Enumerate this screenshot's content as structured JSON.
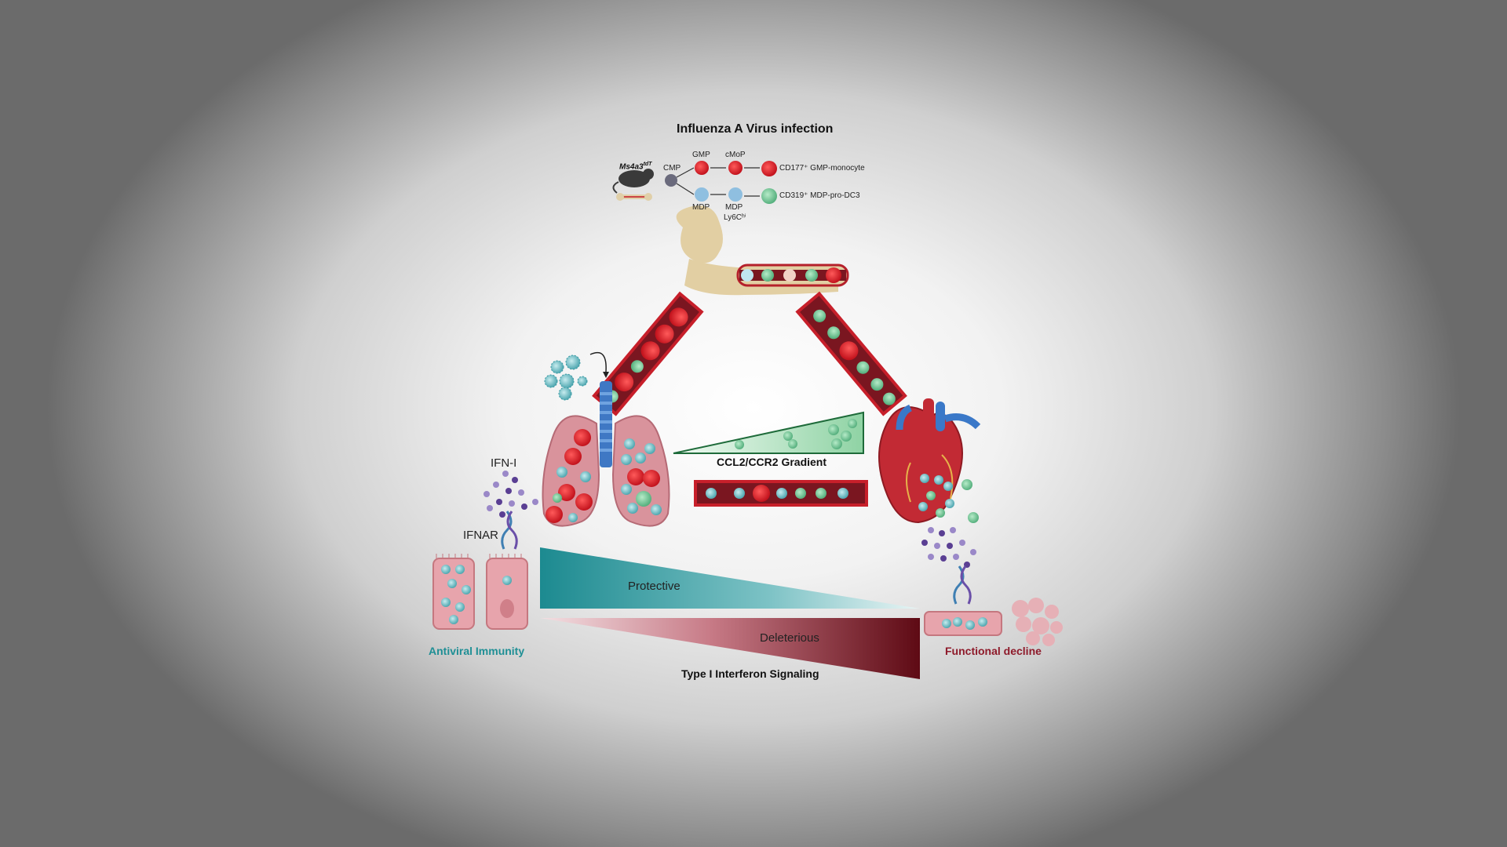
{
  "diagram": {
    "title": "Influenza A Virus infection",
    "lineage": {
      "mouse_label": "Ms4a3",
      "mouse_sup": "tdT",
      "cmp": "CMP",
      "gmp": "GMP",
      "cmop": "cMoP",
      "gmp_monocyte": "CD177⁺ GMP-monocyte",
      "mdp": "MDP",
      "mdp_ly6c": "MDP",
      "ly6c": "Ly6Cʰⁱ",
      "mdp_pro_dc3": "CD319⁺ MDP-pro-DC3"
    },
    "gradient_label": "CCL2/CCR2 Gradient",
    "ifn_label": "IFN-I",
    "ifnar_label": "IFNAR",
    "protective_label": "Protective",
    "deleterious_label": "Deleterious",
    "signaling_label": "Type I Interferon Signaling",
    "antiviral_label": "Antiviral Immunity",
    "decline_label": "Functional decline",
    "colors": {
      "gmp_red": "#d6202a",
      "mdp_green": "#5fb88a",
      "teal": "#1f8f95",
      "maroon": "#6d0c16",
      "lung_pink": "#d9939c"
    }
  }
}
